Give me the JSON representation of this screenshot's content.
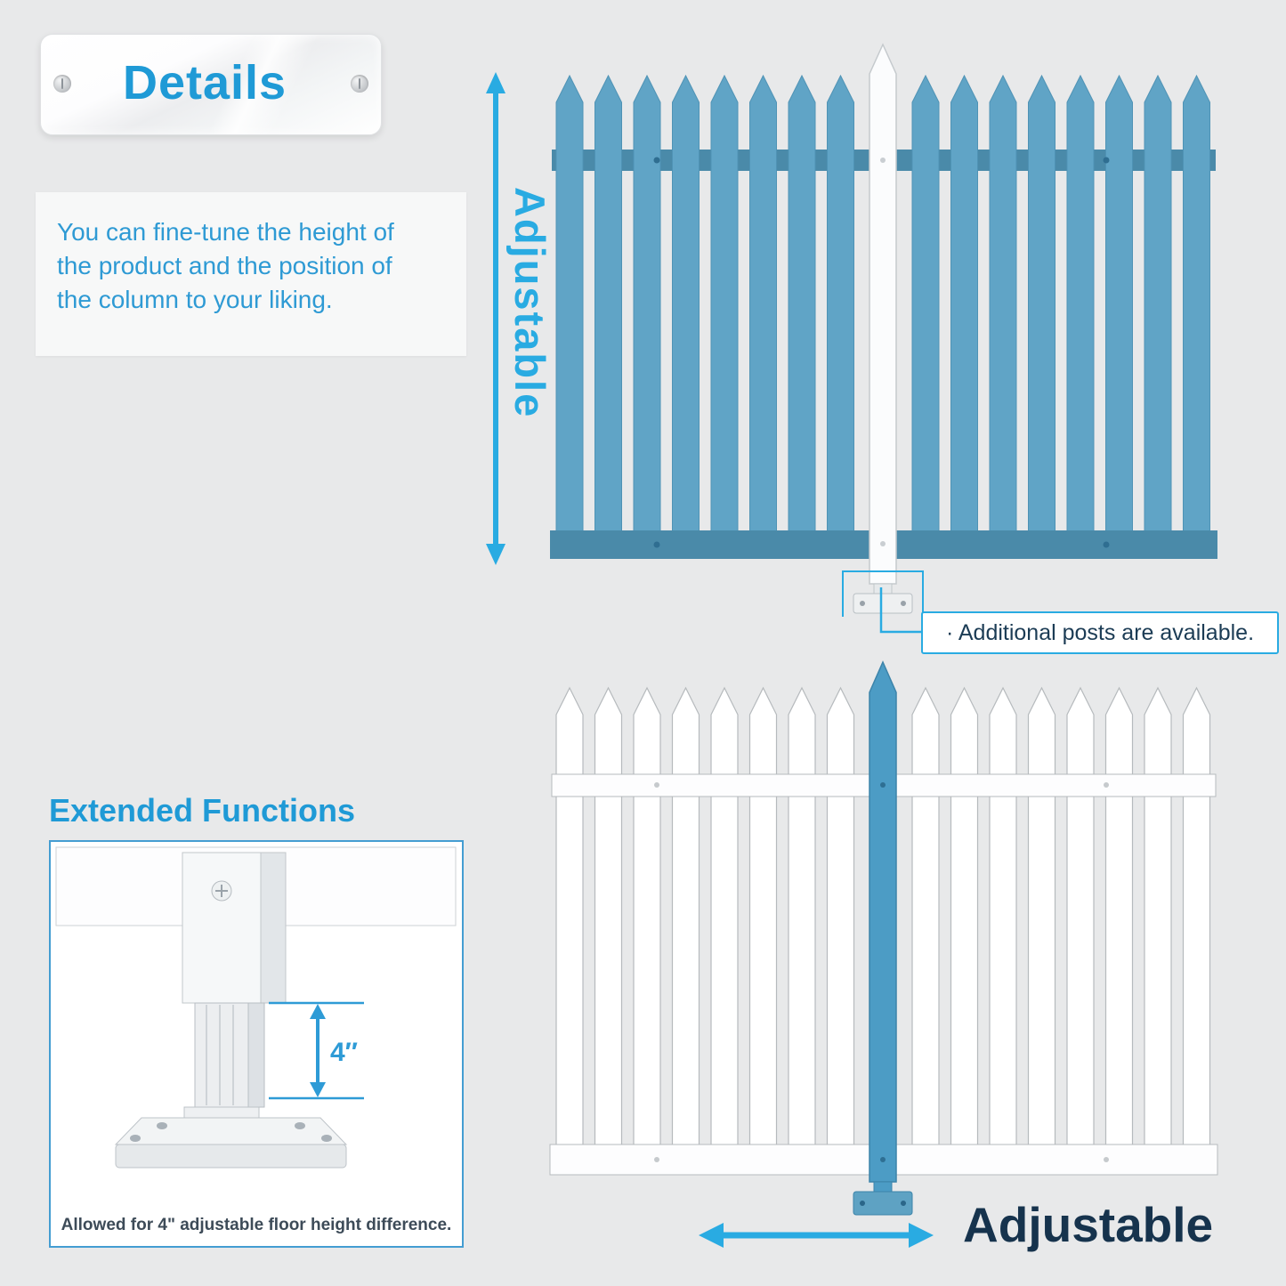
{
  "colors": {
    "background": "#e8e9ea",
    "accent_blue": "#29abe2",
    "fence_blue": "#60a4c6",
    "rail_blue": "#4a8aa9",
    "dark_navy": "#16334d"
  },
  "plaque": {
    "title": "Details"
  },
  "description": {
    "lines": [
      "You can fine-tune the height of",
      "the product and the position of",
      "the column to your liking."
    ]
  },
  "labels": {
    "adjustable_vertical": "Adjustable",
    "adjustable_horizontal": "Adjustable"
  },
  "callout": {
    "text": "· Additional posts are available."
  },
  "extended": {
    "heading": "Extended Functions",
    "measurement": "4″",
    "caption": "Allowed for 4\" adjustable floor height difference."
  }
}
